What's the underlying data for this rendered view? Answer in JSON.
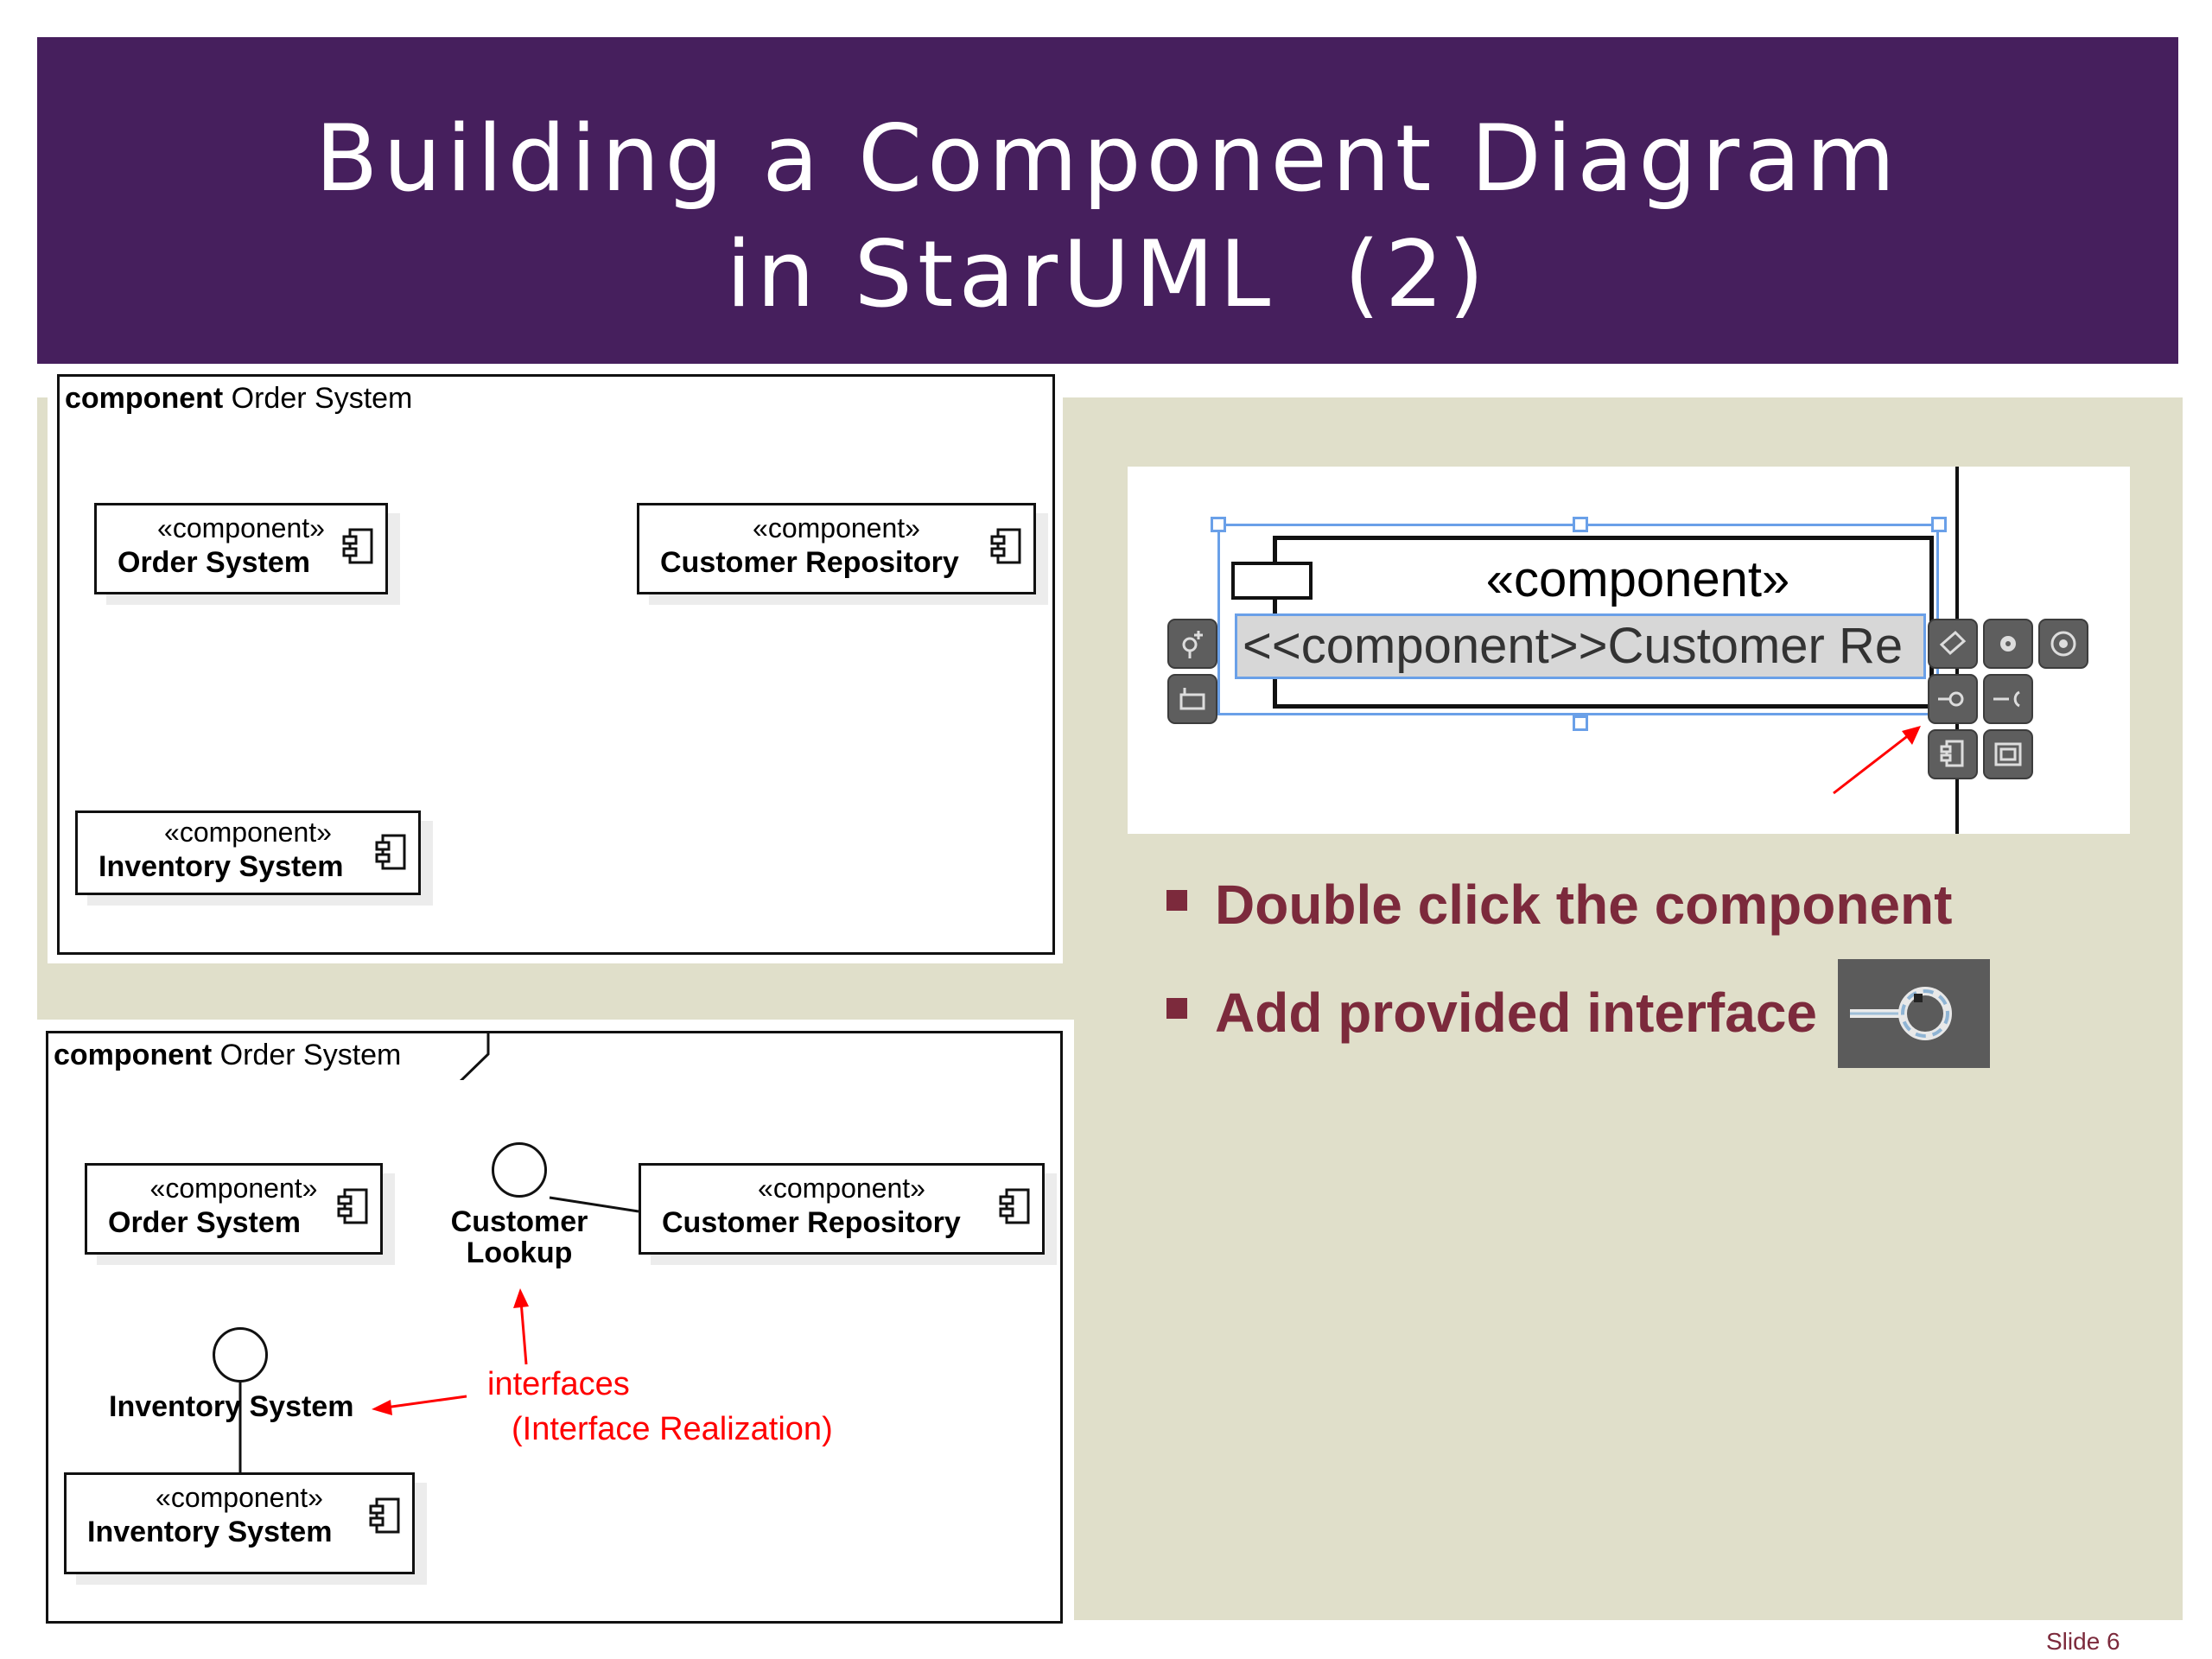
{
  "slide": {
    "title_line1": "Building a Component Diagram",
    "title_line2": "in StarUML  (2)",
    "slide_number": "Slide 6"
  },
  "diagram_top": {
    "frame_keyword": "component",
    "frame_name": " Order System",
    "components": [
      {
        "stereotype": "«component»",
        "name": "Order System"
      },
      {
        "stereotype": "«component»",
        "name": "Customer Repository"
      },
      {
        "stereotype": "«component»",
        "name": "Inventory System"
      }
    ]
  },
  "diagram_bottom": {
    "frame_keyword": "component",
    "frame_name": " Order System",
    "components": [
      {
        "stereotype": "«component»",
        "name": "Order System"
      },
      {
        "stereotype": "«component»",
        "name": "Customer Repository"
      },
      {
        "stereotype": "«component»",
        "name": "Inventory System"
      }
    ],
    "interfaces": [
      {
        "line1": "Customer",
        "line2": "Lookup"
      },
      {
        "line1": "Inventory System"
      }
    ],
    "annotation_line1": "interfaces",
    "annotation_line2": "(Interface Realization)"
  },
  "screenshot": {
    "stereotype": "«component»",
    "edit_text": "<<component>>Customer Re"
  },
  "bullets": [
    "Double click the component",
    "Add provided interface"
  ],
  "colors": {
    "header_bg": "#461f5d",
    "beige_bg": "#e0dfca",
    "bullet_color": "#7c2a3c",
    "annotation_red": "#ff0000"
  }
}
